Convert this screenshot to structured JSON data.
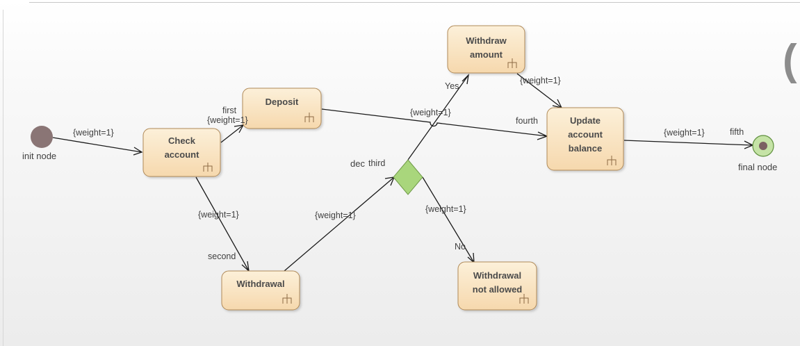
{
  "diagram": {
    "init_node_label": "init node",
    "final_node_label": "final node",
    "decision_label": "dec",
    "actions": {
      "check_account": [
        "Check",
        "account"
      ],
      "deposit": [
        "Deposit"
      ],
      "withdrawal": [
        "Withdrawal"
      ],
      "withdraw_amount": [
        "Withdraw",
        "amount"
      ],
      "update_balance": [
        "Update",
        "account",
        "balance"
      ],
      "withdrawal_not_allowed": [
        "Withdrawal",
        "not allowed"
      ]
    },
    "edge_labels": {
      "init_to_check": "{weight=1}",
      "check_to_deposit_weight": "{weight=1}",
      "check_to_deposit_name": "first",
      "check_to_withdrawal_weight": "{weight=1}",
      "check_to_withdrawal_name": "second",
      "withdrawal_to_decision_weight": "{weight=1}",
      "decision_incoming_name": "third",
      "deposit_to_update_name": "fourth",
      "decision_to_withdraw_weight": "{weight=1}",
      "decision_yes_guard": "Yes",
      "decision_to_notallowed_weight": "{weight=1}",
      "decision_no_guard": "No",
      "withdraw_to_update_weight": "{weight=1}",
      "update_to_final_weight": "{weight=1}",
      "update_to_final_name": "fifth"
    },
    "background_glyph": "("
  },
  "colors": {
    "action_fill_top": "#fcf0d9",
    "action_fill_bottom": "#f6d8ad",
    "action_border": "#b08a58",
    "init_fill": "#8a7575",
    "decision_fill": "#a9d67c",
    "final_outer": "#c5e3a6",
    "final_inner": "#7a6161",
    "edge": "#1a1a1a"
  },
  "icons": {
    "action_marker": "rake-icon"
  }
}
